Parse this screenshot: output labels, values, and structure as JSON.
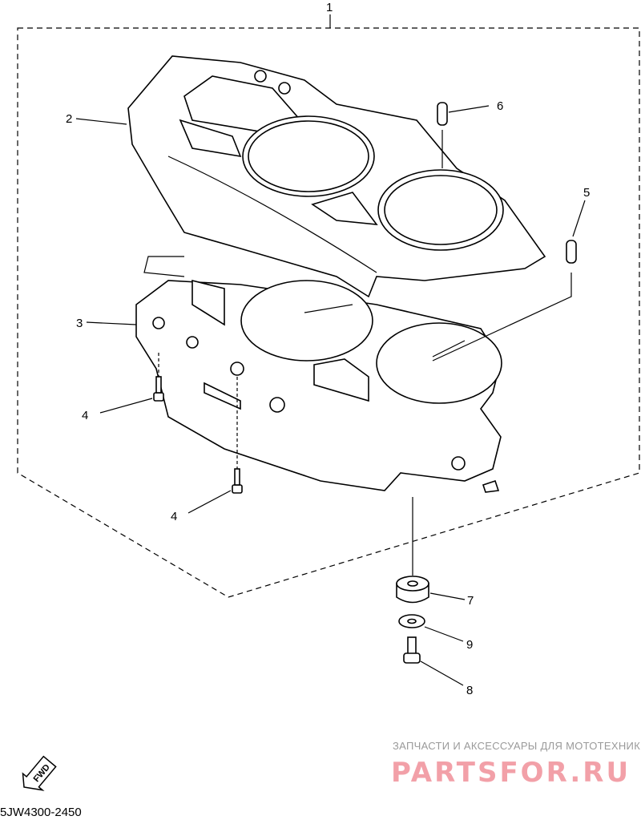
{
  "callouts": {
    "c1": "1",
    "c2": "2",
    "c3": "3",
    "c4a": "4",
    "c4b": "4",
    "c5": "5",
    "c6": "6",
    "c7": "7",
    "c8": "8",
    "c9": "9"
  },
  "fwd_label": "FWD",
  "diagram_code": "5JW4300-2450",
  "watermark": {
    "tagline": "ЗАПЧАСТИ И АКСЕССУАРЫ ДЛЯ МОТОТЕХНИКИ",
    "brand": "PARTSFOR.RU"
  }
}
